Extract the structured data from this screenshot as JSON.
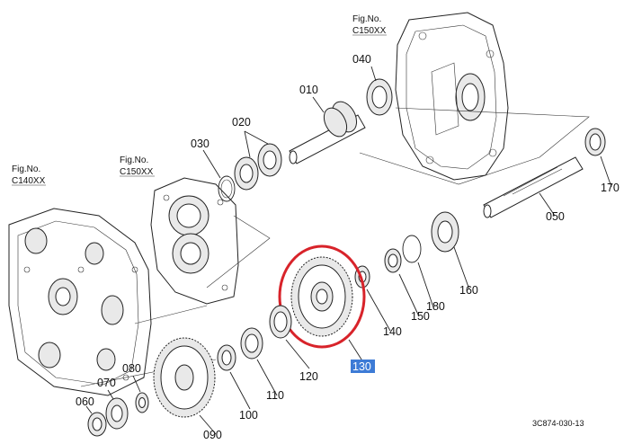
{
  "fig_refs": {
    "c150_top": {
      "line1": "Fig.No.",
      "line2": "C150XX"
    },
    "c150_mid": {
      "line1": "Fig.No.",
      "line2": "C150XX"
    },
    "c140": {
      "line1": "Fig.No.",
      "line2": "C140XX"
    }
  },
  "parts": {
    "p010": "010",
    "p020": "020",
    "p030": "030",
    "p040": "040",
    "p050": "050",
    "p060": "060",
    "p070": "070",
    "p080": "080",
    "p090": "090",
    "p100": "100",
    "p110": "110",
    "p120": "120",
    "p130": "130",
    "p140": "140",
    "p150": "150",
    "p160": "160",
    "p170": "170",
    "p180": "180"
  },
  "highlight": {
    "part": "130",
    "circle_color": "#d8232a",
    "label_bg": "#3d7bd6"
  },
  "drawing_ref": "3C874-030-13"
}
